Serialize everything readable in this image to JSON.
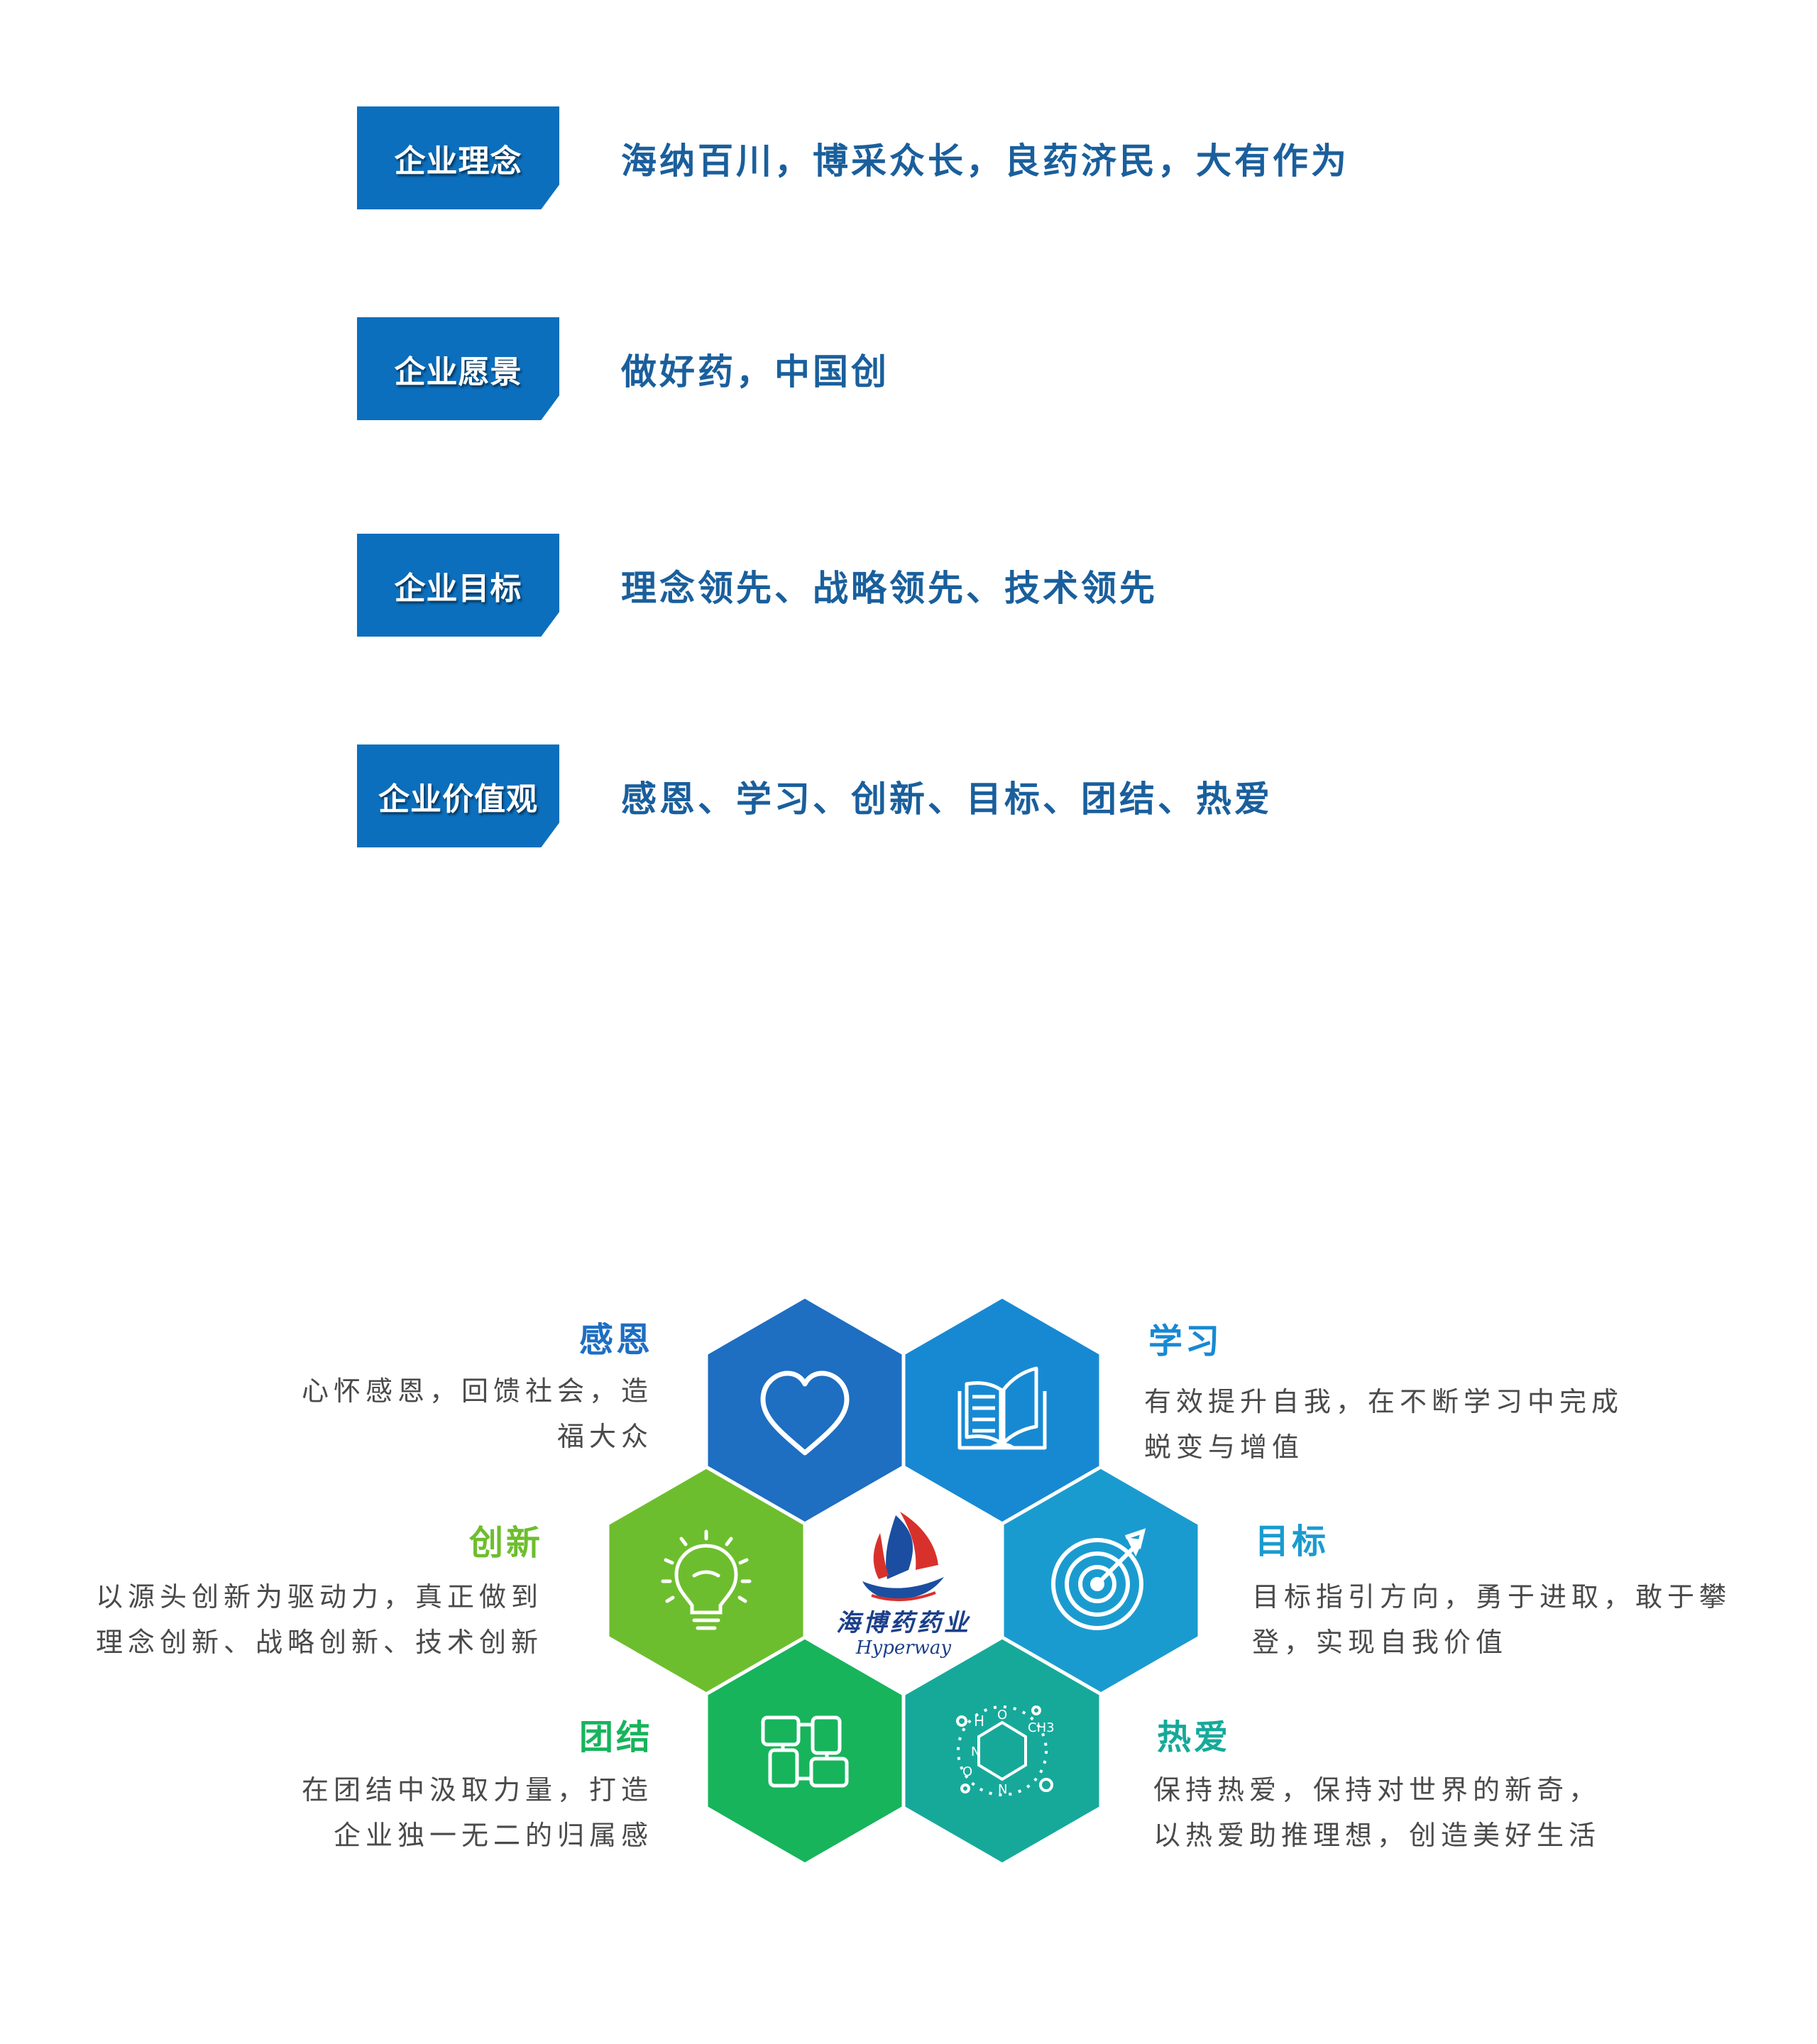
{
  "culture": [
    {
      "label": "企业理念",
      "text": "海纳百川，博采众长，良药济民，大有作为"
    },
    {
      "label": "企业愿景",
      "text": "做好药，中国创"
    },
    {
      "label": "企业目标",
      "text": "理念领先、战略领先、技术领先"
    },
    {
      "label": "企业价值观",
      "text": "感恩、学习、创新、目标、团结、热爱"
    }
  ],
  "logo": {
    "name": "海博药药业",
    "english": "Hyperway"
  },
  "values": {
    "gratitude": {
      "title": "感恩",
      "line1": "心怀感恩，回馈社会，造",
      "line2": "福大众",
      "color": "#1e6ec2",
      "icon": "heart-icon"
    },
    "learning": {
      "title": "学习",
      "line1": "有效提升自我，在不断学习中完成",
      "line2": "蜕变与增值",
      "color": "#1789d3",
      "icon": "book-icon"
    },
    "innovation": {
      "title": "创新",
      "line1": "以源头创新为驱动力，真正做到",
      "line2": "理念创新、战略创新、技术创新",
      "color": "#6dbe2e",
      "icon": "lightbulb-icon"
    },
    "goal": {
      "title": "目标",
      "line1": "目标指引方向，勇于进取，敢于攀",
      "line2": "登，实现自我价值",
      "color": "#1a9bcf",
      "icon": "target-icon"
    },
    "unity": {
      "title": "团结",
      "line1": "在团结中汲取力量，打造",
      "line2": "企业独一无二的归属感",
      "color": "#17b45c",
      "icon": "hands-icon"
    },
    "passion": {
      "title": "热爱",
      "line1": "保持热爱，保持对世界的新奇，",
      "line2": "以热爱助推理想，创造美好生活",
      "color": "#16a99a",
      "icon": "molecule-icon"
    }
  }
}
